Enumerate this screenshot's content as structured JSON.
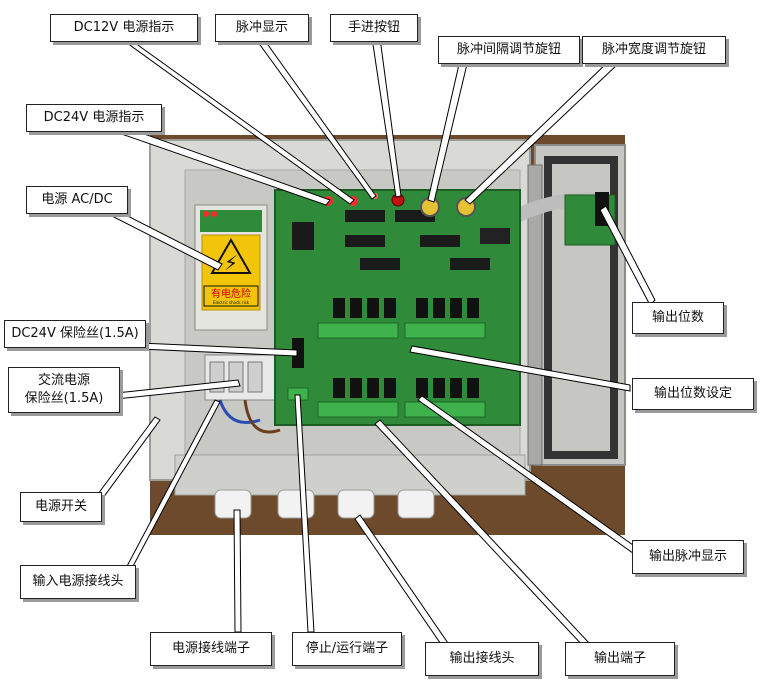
{
  "labels": {
    "dc12v_indicator": "DC12V 电源指示",
    "pulse_display": "脉冲显示",
    "manual_button": "手进按钮",
    "pulse_interval_knob": "脉冲间隔调节旋钮",
    "pulse_width_knob": "脉冲宽度调节旋钮",
    "dc24v_indicator": "DC24V 电源指示",
    "power_acdc": "电源 AC/DC",
    "output_bits": "输出位数",
    "dc24v_fuse": "DC24V 保险丝(1.5A)",
    "ac_fuse_line1": "交流电源",
    "ac_fuse_line2": "保险丝(1.5A)",
    "output_bits_setting": "输出位数设定",
    "power_switch": "电源开关",
    "output_pulse_display": "输出脉冲显示",
    "input_power_connector": "输入电源接线头",
    "power_terminal": "电源接线端子",
    "stop_run_terminal": "停止/运行端子",
    "output_connector": "输出接线头",
    "output_terminal": "输出端子",
    "warning_label": "有电危险",
    "warning_sub": "Electric shock risk"
  },
  "colors": {
    "pcb": "#2f8a3a",
    "enclosure": "#d9d9d6",
    "terminal_green": "#3fb24d",
    "led_red": "#ff2a2a",
    "warning_yellow": "#f2c40a",
    "background_wood": "#6e4a2c"
  }
}
